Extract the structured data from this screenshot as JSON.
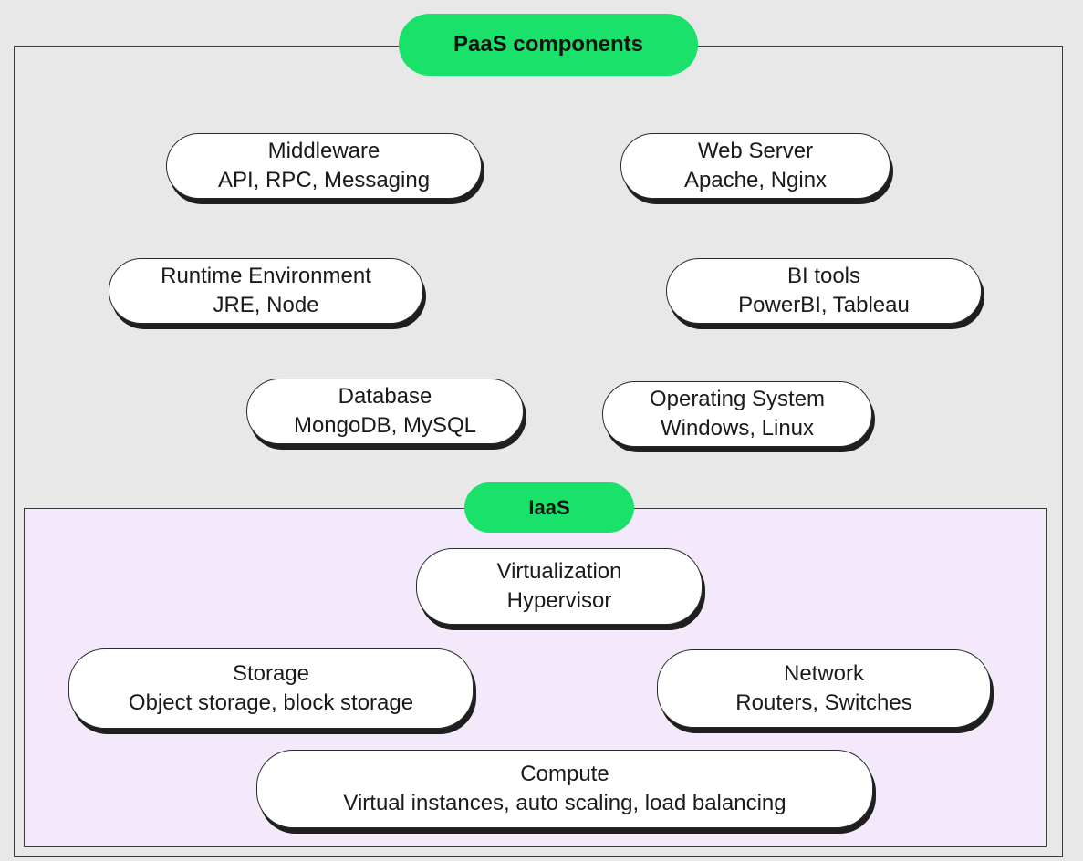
{
  "paas": {
    "title": "PaaS components",
    "components": [
      {
        "name": "Middleware",
        "examples": "API, RPC, Messaging"
      },
      {
        "name": "Web Server",
        "examples": "Apache, Nginx"
      },
      {
        "name": "Runtime Environment",
        "examples": "JRE, Node"
      },
      {
        "name": "BI tools",
        "examples": "PowerBI, Tableau"
      },
      {
        "name": "Database",
        "examples": "MongoDB, MySQL"
      },
      {
        "name": "Operating System",
        "examples": "Windows, Linux"
      }
    ]
  },
  "iaas": {
    "title": "IaaS",
    "components": [
      {
        "name": "Virtualization",
        "examples": "Hypervisor"
      },
      {
        "name": "Storage",
        "examples": "Object storage, block storage"
      },
      {
        "name": "Network",
        "examples": "Routers, Switches"
      },
      {
        "name": "Compute",
        "examples": "Virtual instances, auto scaling, load balancing"
      }
    ]
  },
  "colors": {
    "badge_green": "#19e16a",
    "iaas_background": "#f4e9fb",
    "page_background": "#e8e8e8"
  }
}
